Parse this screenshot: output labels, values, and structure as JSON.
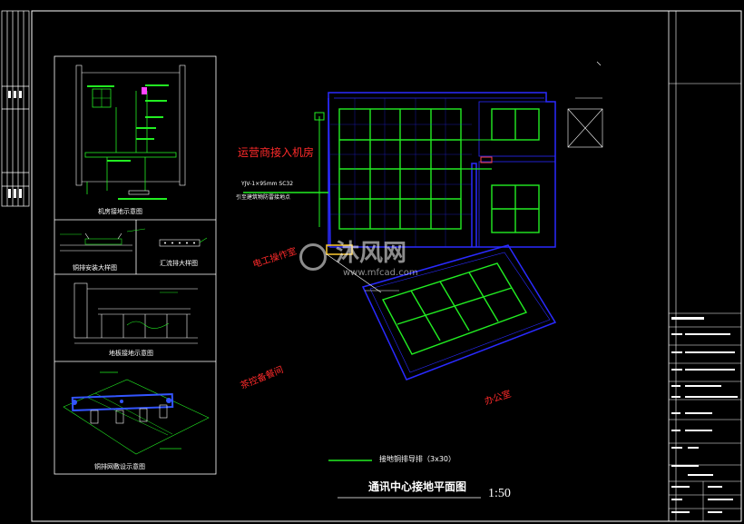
{
  "drawing": {
    "main_title": "通讯中心接地平面图",
    "scale": "1:50",
    "legend_label": "接地铜排导排（3x30）",
    "rooms": {
      "operator_room": "运营商接入机房",
      "electrical_room": "电工操作室",
      "standby_room": "茶控备餐间",
      "office": "办公室"
    },
    "feed_labels": {
      "cable": "YJV-1×95mm  SC32",
      "ground_point": "引至建筑物防雷接地点"
    }
  },
  "details": {
    "machine_room": "机房接地示意图",
    "busbar_install": "铜排安装大样图",
    "busbar_detail": "汇流排大样图",
    "floor_ground": "地板接地示意图",
    "raised_floor": "铜排网敷设示意图"
  },
  "watermark": {
    "brand": "沐风网",
    "url": "www.mfcad.com"
  },
  "colors": {
    "background": "#000000",
    "frame": "#ffffff",
    "room_wall": "#2a2aff",
    "ground_grid": "#22ee22",
    "label_red": "#ff2a2a",
    "detail_green": "#22ee22"
  }
}
